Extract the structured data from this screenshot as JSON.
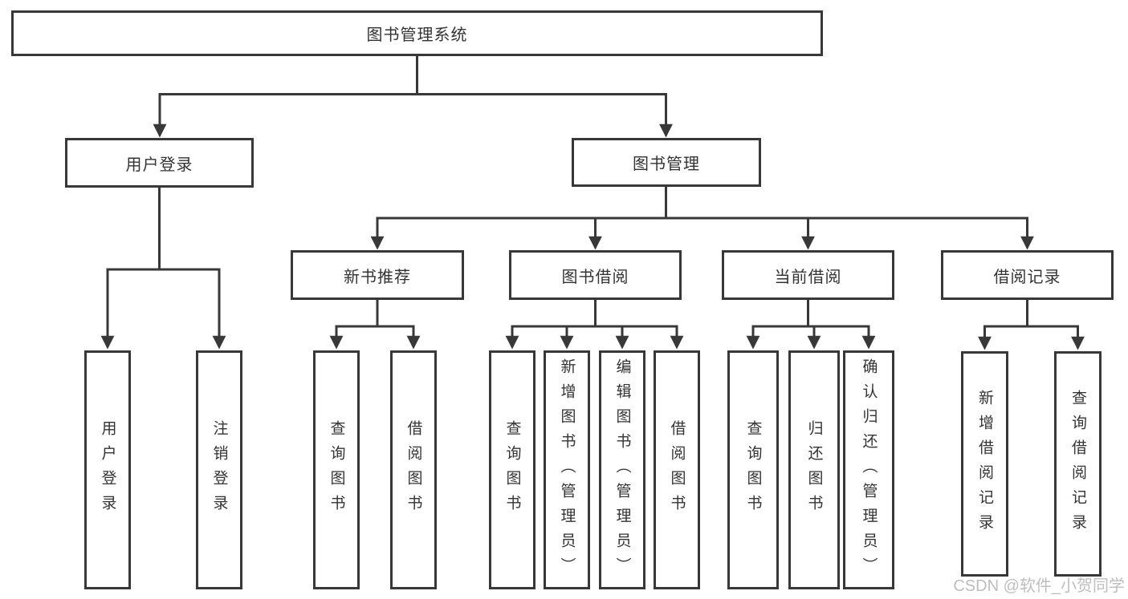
{
  "colors": {
    "line": "#383838",
    "text": "#333333",
    "watermark": "#b3b3b3",
    "background": "#ffffff"
  },
  "watermark": {
    "text": "CSDN @软件_小贺同学"
  },
  "tree": {
    "label": "图书管理系统",
    "children": [
      {
        "label": "用户登录",
        "children": [
          {
            "label": "用户登录"
          },
          {
            "label": "注销登录"
          }
        ]
      },
      {
        "label": "图书管理",
        "children": [
          {
            "label": "新书推荐",
            "children": [
              {
                "label": "查询图书"
              },
              {
                "label": "借阅图书"
              }
            ]
          },
          {
            "label": "图书借阅",
            "children": [
              {
                "label": "查询图书"
              },
              {
                "label": "新增图书（管理员）"
              },
              {
                "label": "编辑图书（管理员）"
              },
              {
                "label": "借阅图书"
              }
            ]
          },
          {
            "label": "当前借阅",
            "children": [
              {
                "label": "查询图书"
              },
              {
                "label": "归还图书"
              },
              {
                "label": "确认归还（管理员）"
              }
            ]
          },
          {
            "label": "借阅记录",
            "children": [
              {
                "label": "新增借阅记录"
              },
              {
                "label": "查询借阅记录"
              }
            ]
          }
        ]
      }
    ]
  }
}
